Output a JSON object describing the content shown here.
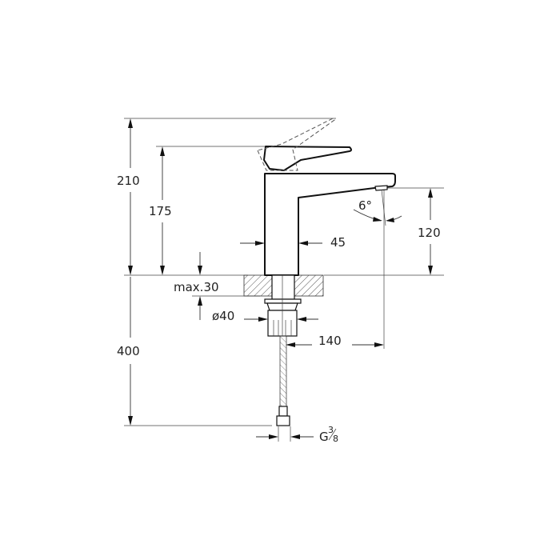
{
  "drawing": {
    "title": "Basin mixer technical drawing",
    "units": "mm",
    "dimensions": {
      "overall_height": "210",
      "spout_height": "175",
      "spout_clearance": "120",
      "body_width": "45",
      "max_countertop": "max.30",
      "hole_diameter": "ø40",
      "spout_reach": "140",
      "hose_length": "400",
      "thread": "G",
      "thread_num": "3",
      "thread_den": "8",
      "angle": "6°"
    }
  }
}
